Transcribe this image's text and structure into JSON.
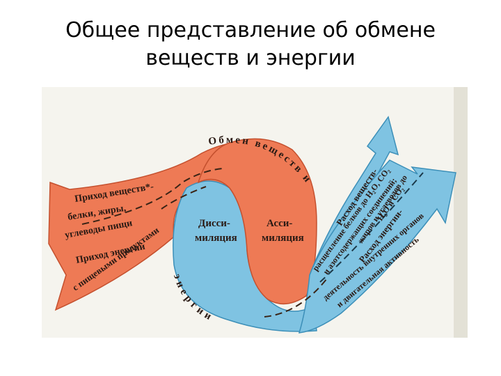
{
  "slide": {
    "title_line1": "Общее представление об обмене",
    "title_line2": "веществ и энергии"
  },
  "diagram": {
    "arc_top": "Обмен веществ и",
    "arc_bottom": "энергии",
    "intake_substances": "Приход веществ*-",
    "intake_fats": "белки, жиры,",
    "intake_carbs": "углеводы пищи",
    "intake_energy": "Приход энергии",
    "intake_food": "с пищевыми продуктами",
    "dissimilation_1": "Дисси-",
    "dissimilation_2": "миляция",
    "assimilation_1": "Асси-",
    "assimilation_2": "миляция",
    "out_substances": "Расход веществ-",
    "out_line2": "расщепление белков до H₂O, CO₂",
    "out_line3": "и азотсодержащих соединений;",
    "out_line4": "жиров и углеводов до",
    "out_line5": "H₂O и CO₂",
    "out_energy": "Расход энергии-",
    "out_energy2": "деятельность внутренних органов",
    "out_energy3": "и двигательная активность",
    "colors": {
      "intake": "#ee7a55",
      "dissimilation": "#7fc3e2",
      "assimilation": "#ee7a55",
      "output": "#7fc3e2",
      "background_strip": "#ecebe4"
    }
  }
}
